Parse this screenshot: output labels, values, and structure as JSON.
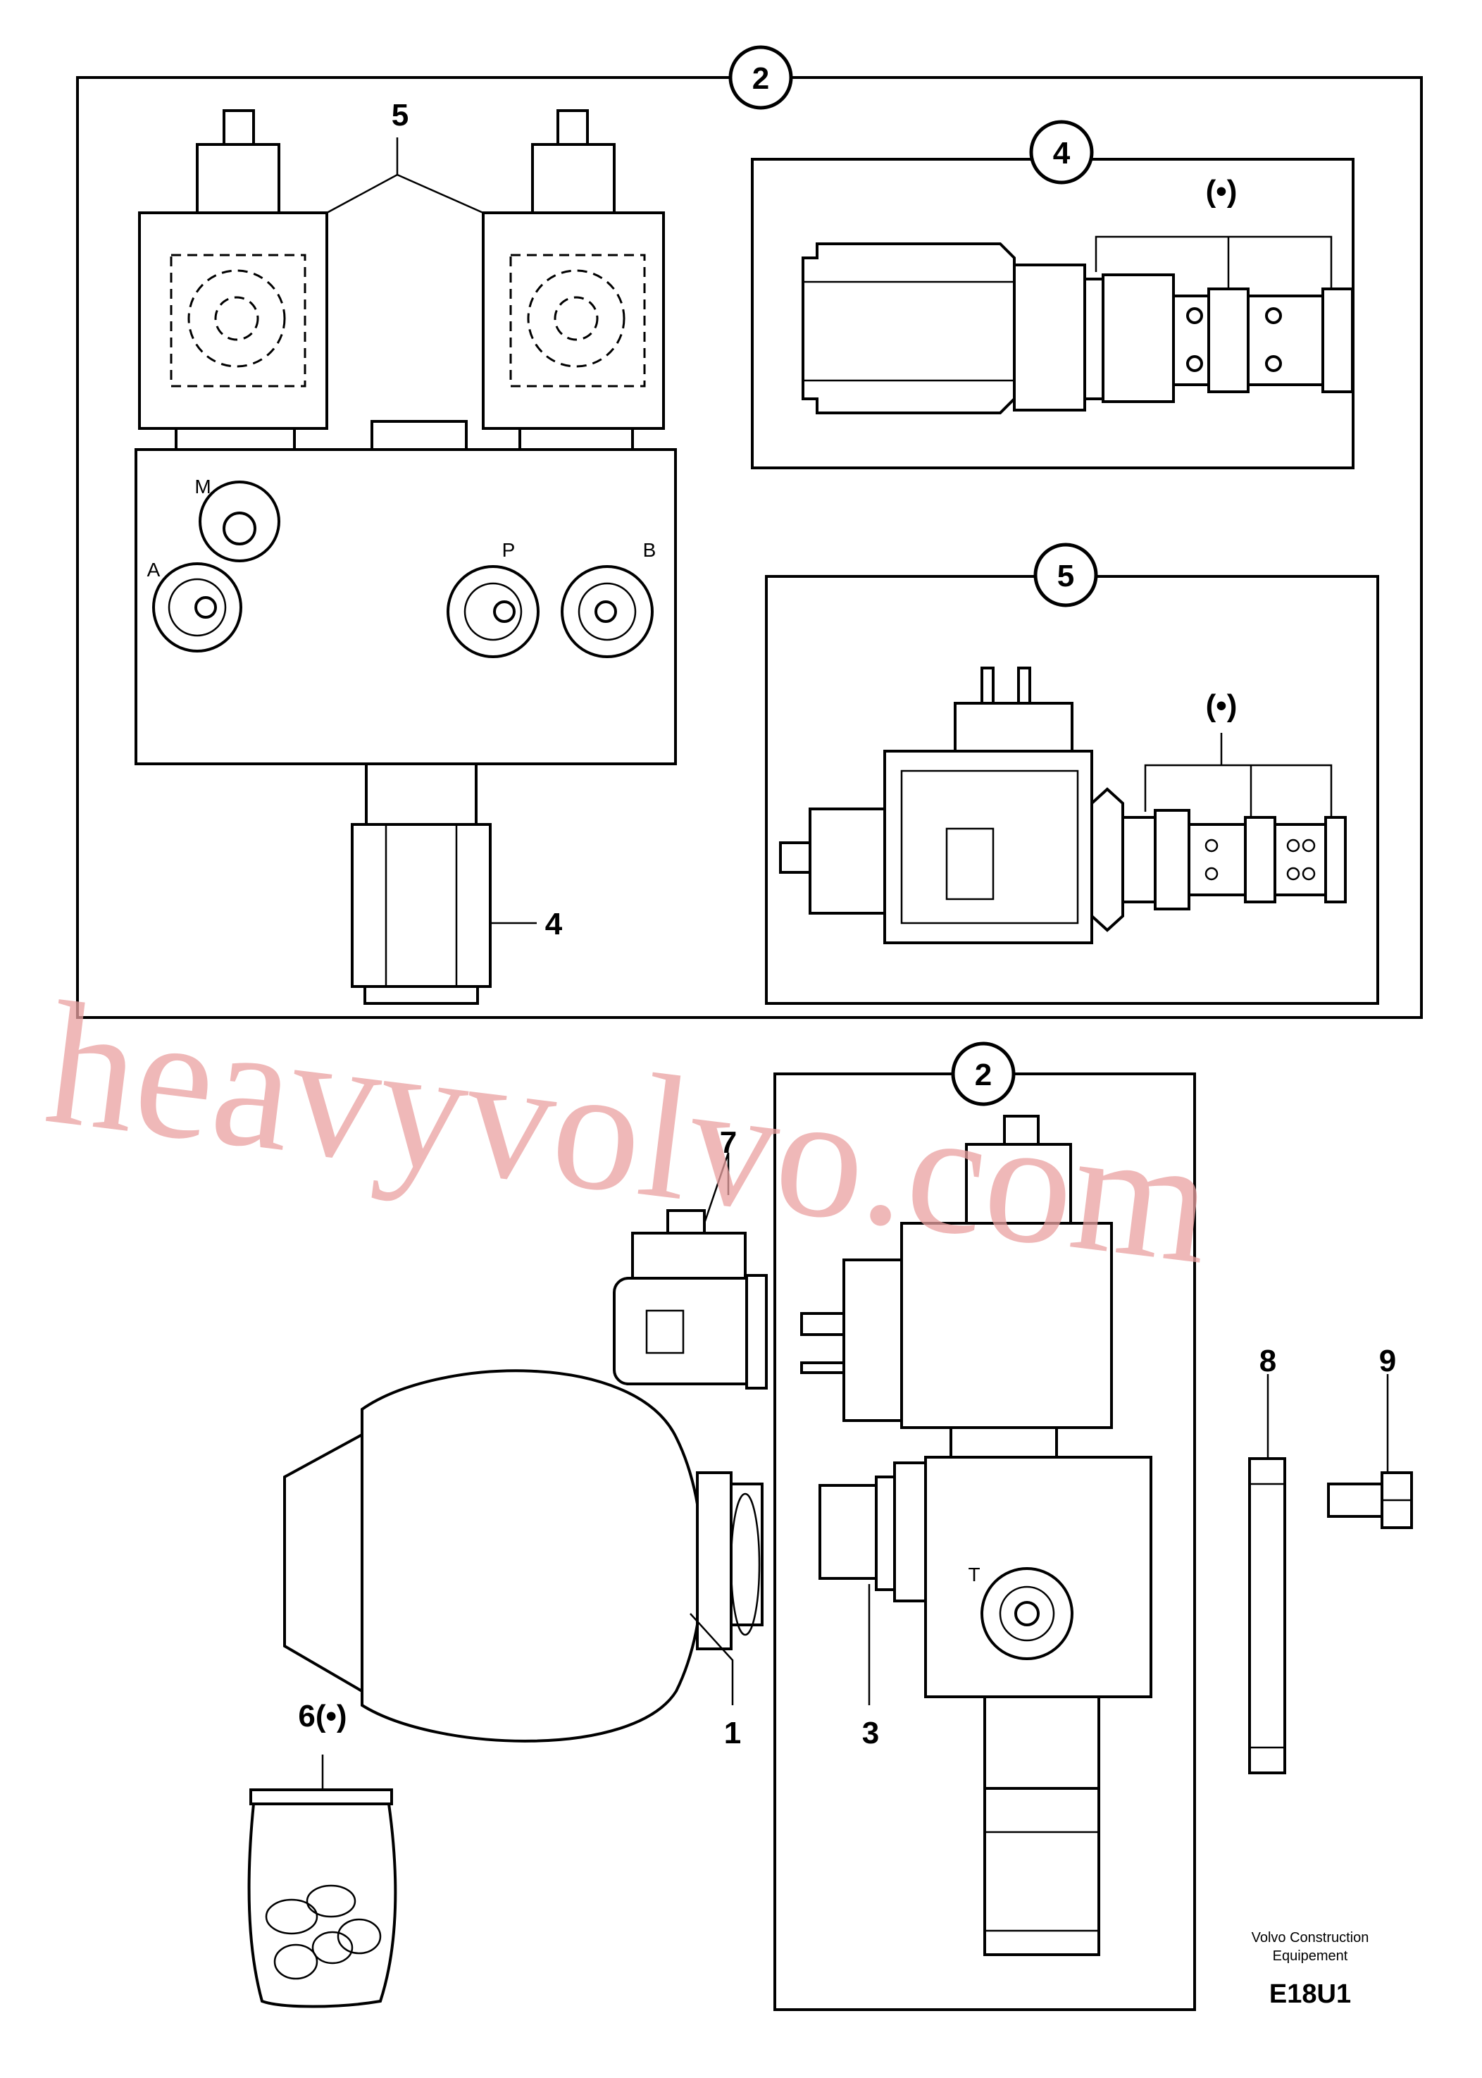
{
  "callouts": {
    "top_group": "2",
    "top_solenoids": "5",
    "top_valve_fitting": "4",
    "detail_4": "4",
    "detail_4_note": "(•)",
    "detail_5": "5",
    "detail_5_note": "(•)",
    "lower_group": "2",
    "connector": "7",
    "accumulator": "1",
    "seal_kit": "6(•)",
    "adapter": "3",
    "spacer": "8",
    "screw": "9"
  },
  "ports": {
    "m": "M",
    "a": "A",
    "p": "P",
    "b": "B",
    "t": "T"
  },
  "watermark": "heavyvolvo.com",
  "footer": {
    "line1": "Volvo Construction",
    "line2": "Equipement",
    "code": "E18U1"
  }
}
